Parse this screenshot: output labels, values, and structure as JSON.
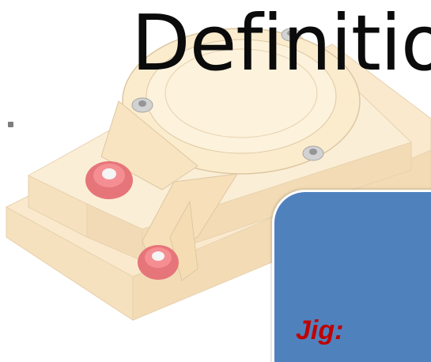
{
  "slide": {
    "title": "Definitio",
    "callout": {
      "label": "Jig:",
      "background_color": "#4f81bd",
      "label_color": "#c00000"
    },
    "illustration": {
      "subject": "jig-fixture-3d-render",
      "base_color": "#f6d98c",
      "clamp_color": "#d8222a",
      "bolt_color": "#9a9a9a"
    },
    "bullet_icon": "square-bullet-icon"
  }
}
